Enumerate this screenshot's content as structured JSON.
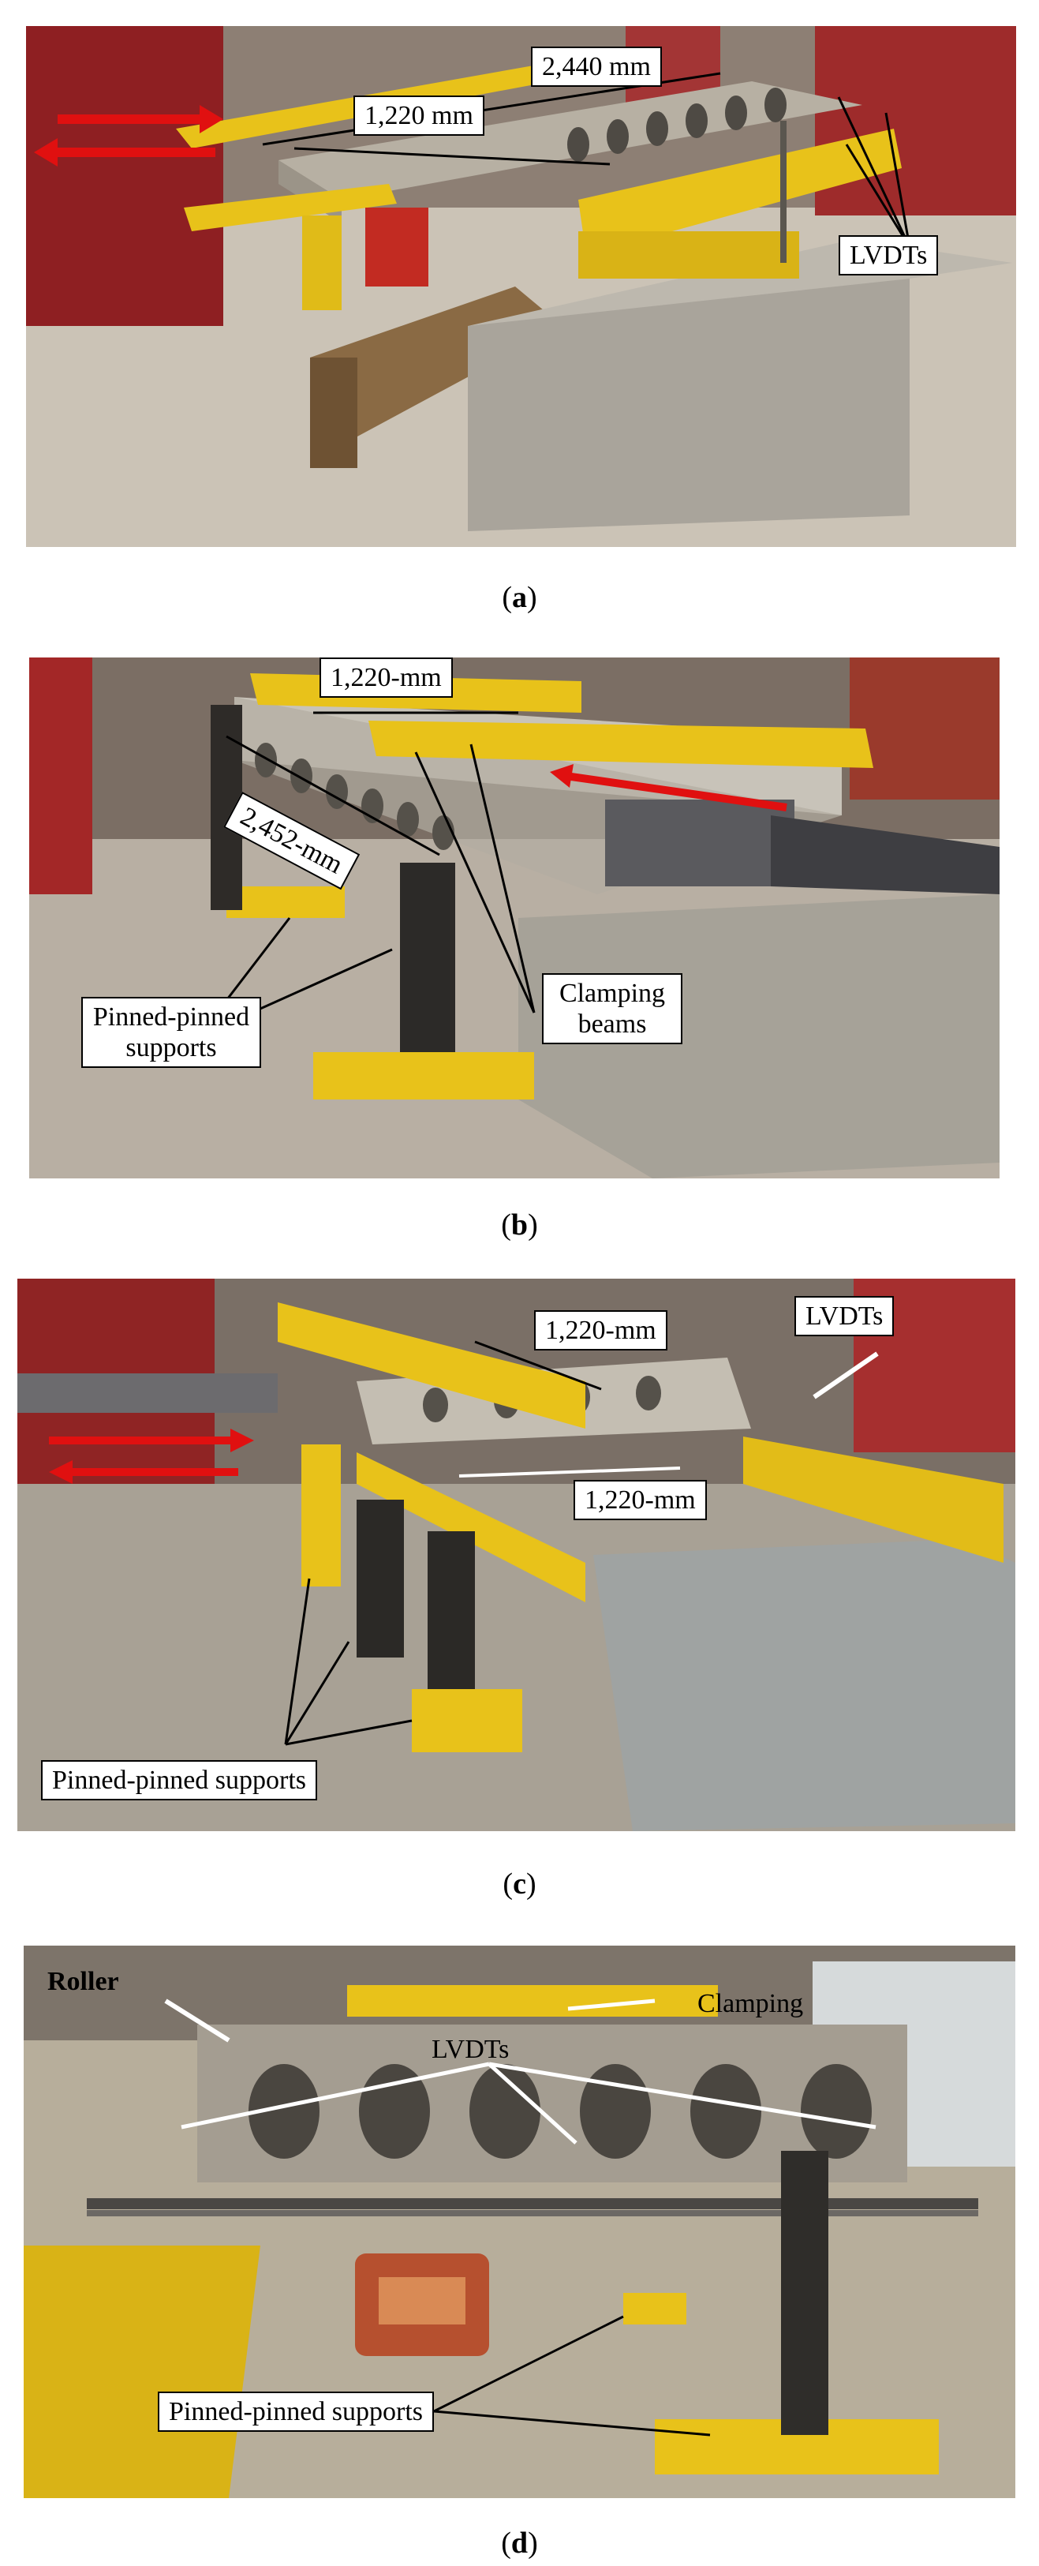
{
  "panels": {
    "a": {
      "caption": "a",
      "labels": {
        "dim_long": "2,440 mm",
        "dim_short": "1,220 mm",
        "lvdts": "LVDTs"
      }
    },
    "b": {
      "caption": "b",
      "labels": {
        "dim_top": "1,220-mm",
        "dim_side": "2,452-mm",
        "supports": "Pinned-pinned supports",
        "clamping": "Clamping beams"
      }
    },
    "c": {
      "caption": "c",
      "labels": {
        "dim_top": "1,220-mm",
        "dim_mid": "1,220-mm",
        "lvdts": "LVDTs",
        "supports": "Pinned-pinned supports"
      }
    },
    "d": {
      "caption": "d",
      "labels": {
        "roller": "Roller",
        "clamping": "Clamping",
        "lvdts": "LVDTs",
        "supports": "Pinned-pinned supports"
      }
    }
  },
  "colors": {
    "steel_yellow": "#e8c21a",
    "concrete": "#b9b4ab",
    "floor": "#cfc6b8",
    "red_frame": "#9b1c1c",
    "arrow_red": "#e01010"
  }
}
